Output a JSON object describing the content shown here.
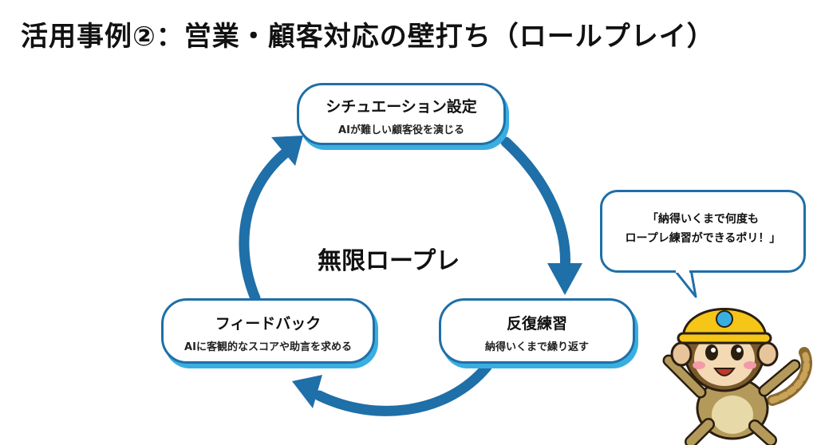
{
  "title": "活用事例②：営業・顧客対応の壁打ち（ロールプレイ）",
  "cycle": {
    "center_label": "無限ロープレ",
    "steps": [
      {
        "title": "シチュエーション設定",
        "subtitle": "AIが難しい顧客役を演じる"
      },
      {
        "title": "反復練習",
        "subtitle": "納得いくまで繰り返す"
      },
      {
        "title": "フィードバック",
        "subtitle": "AIに客観的なスコアや助言を求める"
      }
    ]
  },
  "speech_bubble": {
    "lines": [
      "「納得いくまで何度も",
      "ロープレ練習ができるポリ！」"
    ]
  },
  "mascot": {
    "icon": "monkey-mascot-with-yellow-helmet-icon"
  },
  "colors": {
    "arrow": "#1f6fa8",
    "node_border": "#1f6fa8",
    "node_shadow": "#3aaee0",
    "helmet": "#f5c518"
  }
}
